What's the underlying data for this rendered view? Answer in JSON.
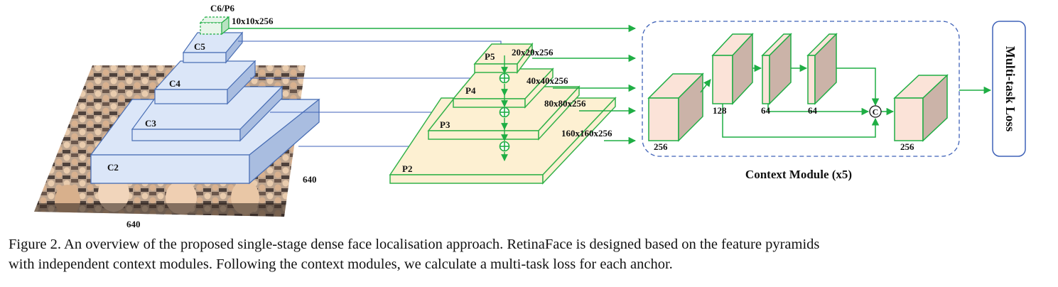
{
  "backbone": {
    "c6_label": "C6/P6",
    "c6_dim": "10x10x256",
    "c5_label": "C5",
    "c4_label": "C4",
    "c3_label": "C3",
    "c2_label": "C2",
    "width_label": "640",
    "height_label": "640"
  },
  "pyramid": {
    "p5_label": "P5",
    "p5_dim": "20x20x256",
    "p4_label": "P4",
    "p4_dim": "40x40x256",
    "p3_label": "P3",
    "p3_dim": "80x80x256",
    "p2_label": "P2",
    "p2_dim": "160x160x256"
  },
  "context_module": {
    "title": "Context Module (x5)",
    "in_channels": "256",
    "branch1_channels": "128",
    "branch2_channels": "64",
    "branch3_channels": "64",
    "concat_symbol": "C",
    "out_channels": "256"
  },
  "output": {
    "label": "Multi-task Loss"
  },
  "caption": {
    "line1": "Figure 2. An overview of the proposed single-stage dense face localisation approach. RetinaFace is designed based on the feature pyramids",
    "line2": "with independent context modules. Following the context modules, we calculate a multi-task loss for each anchor."
  },
  "colors": {
    "backbone_fill": "#dbe6f8",
    "backbone_side": "#a9bde0",
    "backbone_stroke": "#4a6fb5",
    "pyramid_fill": "#fdf0d2",
    "pyramid_stroke": "#33b24a",
    "context_front": "#fbe3d8",
    "context_side": "#cbb3a8",
    "arrow_blue": "#3f62b8",
    "arrow_green": "#1fae44"
  },
  "icons": [
    "plus-circle-icon",
    "concat-circle-icon",
    "crowd-photo"
  ]
}
